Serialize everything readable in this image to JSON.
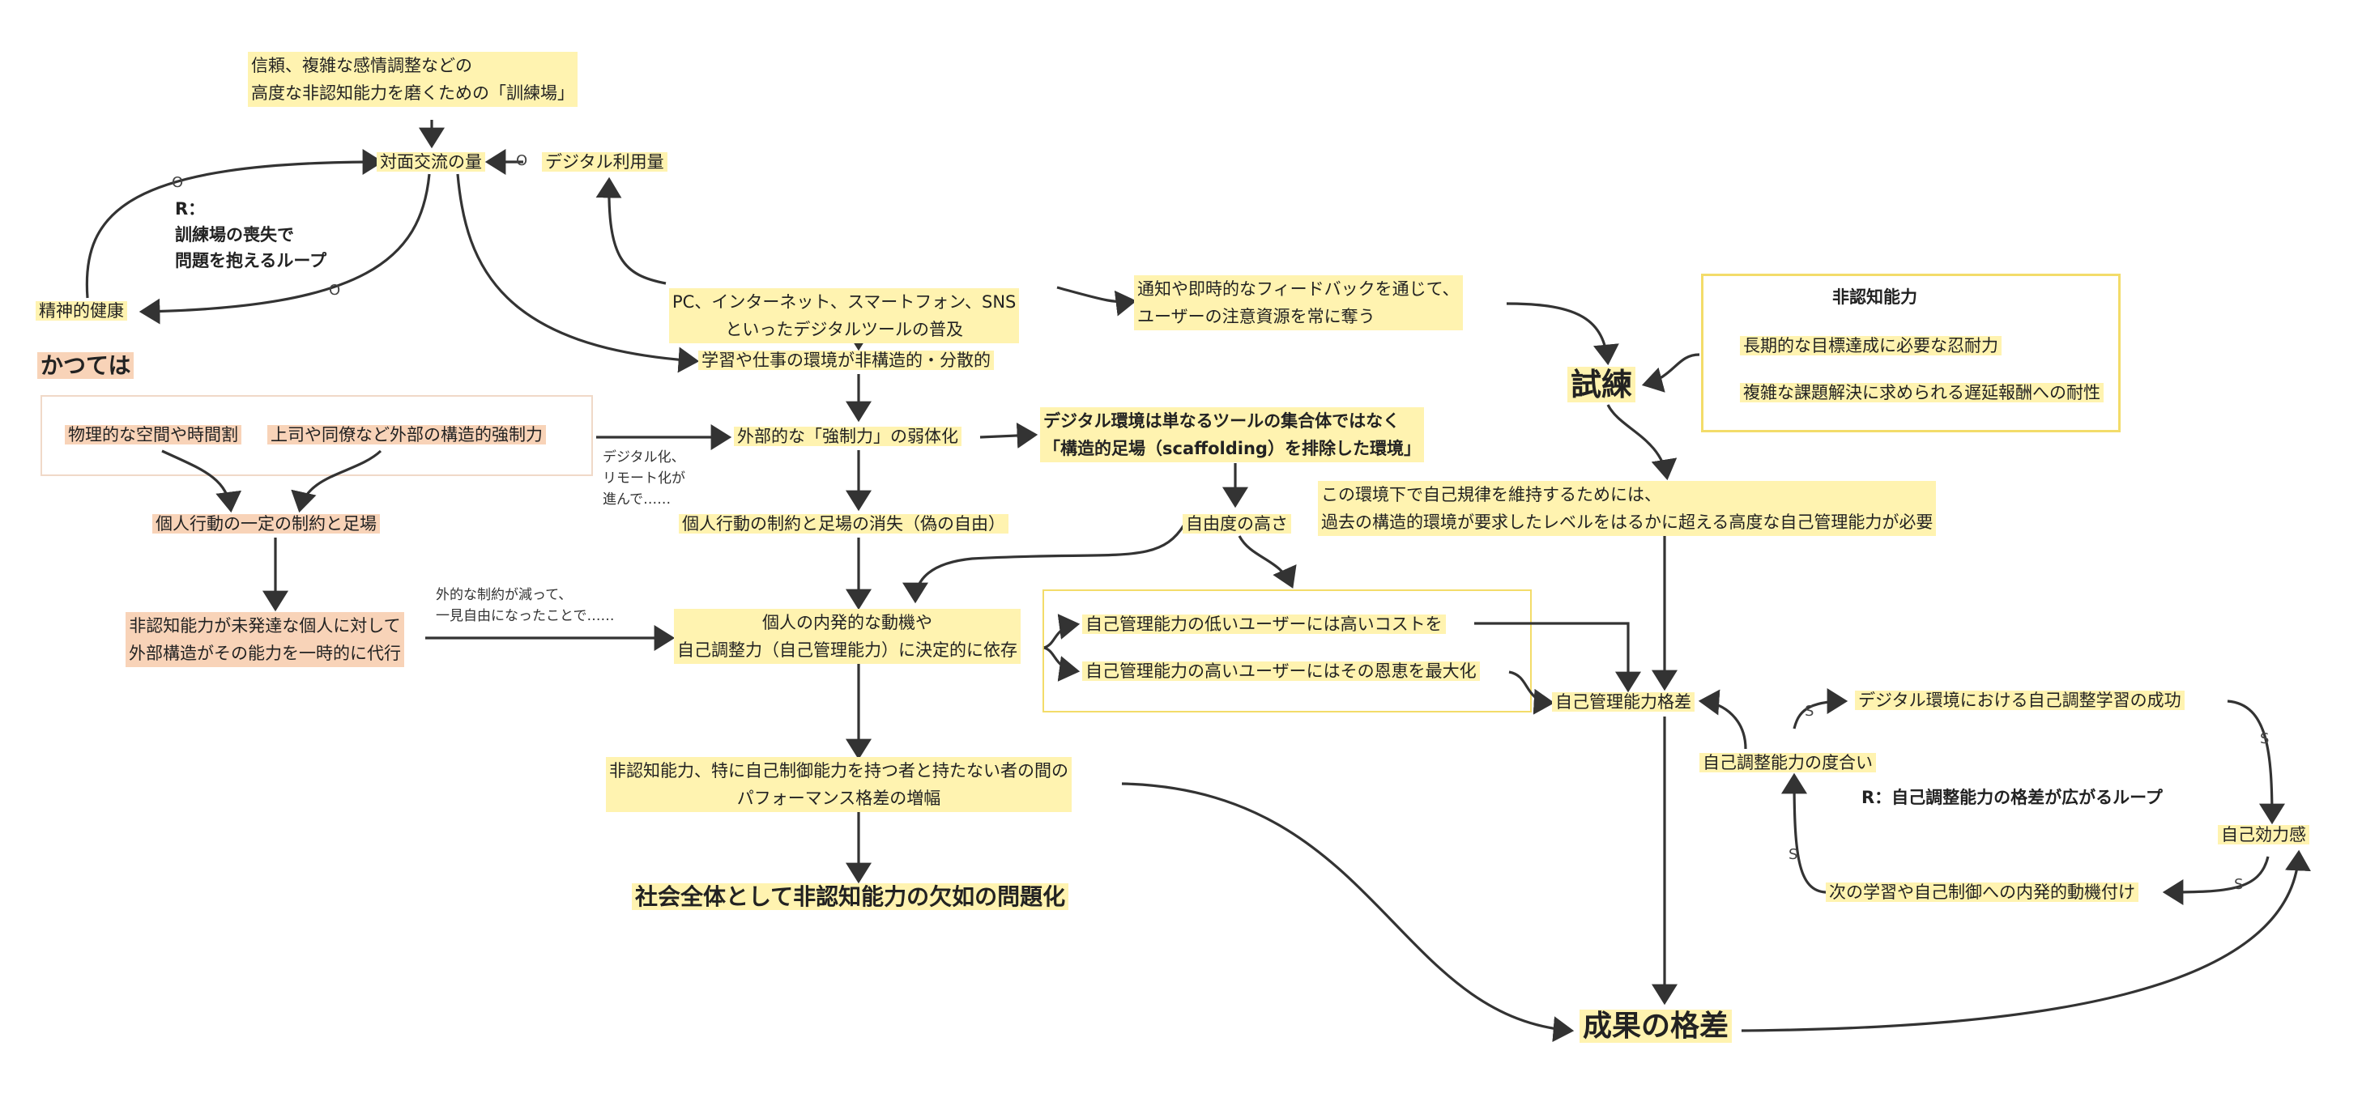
{
  "nodes": {
    "training_ground": "信頼、複雑な感情調整などの\n高度な非認知能力を磨くための「訓練場」",
    "face_to_face": "対面交流の量",
    "digital_usage": "デジタル利用量",
    "loop_r1": "R：\n訓練場の喪失で\n問題を抱えるループ",
    "mental_health": "精神的健康",
    "formerly": "かつては",
    "digital_tools": "PC、インターネット、スマートフォン、SNS\nといったデジタルツールの普及",
    "notifications": "通知や即時的なフィードバックを通じて、\nユーザーの注意資源を常に奪う",
    "unstructured": "学習や仕事の環境が非構造的・分散的",
    "physical_space": "物理的な空間や時間割",
    "boss_peers": "上司や同僚など外部の構造的強制力",
    "digitalization_note": "デジタル化、\nリモート化が\n進んで……",
    "external_force": "外部的な「強制力」の弱体化",
    "scaffolding": "デジタル環境は単なるツールの集合体ではなく\n「構造的足場（scaffolding）を排除した環境」",
    "trial": "試練",
    "noncog_title": "非認知能力",
    "noncog_item1": "長期的な目標達成に必要な忍耐力",
    "noncog_item2": "複雑な課題解決に求められる遅延報酬への耐性",
    "constraint_scaffold": "個人行動の一定の制約と足場",
    "loss_of_constraint": "個人行動の制約と足場の消失（偽の自由）",
    "freedom": "自由度の高さ",
    "self_discipline": "この環境下で自己規律を維持するためには、\n過去の構造的環境が要求したレベルをはるかに超える高度な自己管理能力が必要",
    "external_structure": "非認知能力が未発達な個人に対して\n外部構造がその能力を一時的に代行",
    "fewer_constraints_note": "外的な制約が減って、\n一見自由になったことで……",
    "intrinsic": "個人の内発的な動機や\n自己調整力（自己管理能力）に決定的に依存",
    "low_cost": "自己管理能力の低いユーザーには高いコストを",
    "high_benefit": "自己管理能力の高いユーザーにはその恩恵を最大化",
    "self_mgmt_gap": "自己管理能力格差",
    "success_dig": "デジタル環境における自己調整学習の成功",
    "self_reg_degree": "自己調整能力の度合い",
    "loop_r2": "R：自己調整能力の格差が広がるループ",
    "self_efficacy": "自己効力感",
    "intrinsic_next": "次の学習や自己制御への内発的動機付け",
    "performance_gap": "非認知能力、特に自己制御能力を持つ者と持たない者の間の\nパフォーマンス格差の増幅",
    "society": "社会全体として非認知能力の欠如の問題化",
    "outcome_gap": "成果の格差"
  },
  "polarity": {
    "o": "O",
    "s": "S"
  },
  "colors": {
    "highlight": "#fff3b0",
    "pink": "#f8d3b8",
    "box_yellow": "#f3dc6a",
    "box_pink": "#f0d9c8",
    "arrow": "#333333"
  }
}
